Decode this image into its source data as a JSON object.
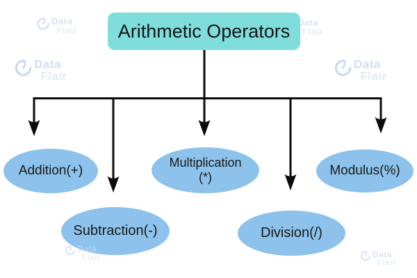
{
  "root": {
    "label": "Arithmetic Operators"
  },
  "nodes": [
    {
      "id": "addition",
      "label": "Addition(+)"
    },
    {
      "id": "subtraction",
      "label": "Subtraction(-)"
    },
    {
      "id": "multiplication",
      "label": "Multiplication",
      "label2": "(*)"
    },
    {
      "id": "division",
      "label": "Division(/)"
    },
    {
      "id": "modulus",
      "label": "Modulus(%)"
    }
  ],
  "watermark": {
    "brand_top": "Data",
    "brand_bottom": "Flair"
  },
  "colors": {
    "root_fill": "#7FDEDB",
    "node_fill": "#8CC2EB",
    "line": "#0B0B0B",
    "watermark_text": "#CCD9F2",
    "watermark_text_light": "#DDE6F6"
  }
}
